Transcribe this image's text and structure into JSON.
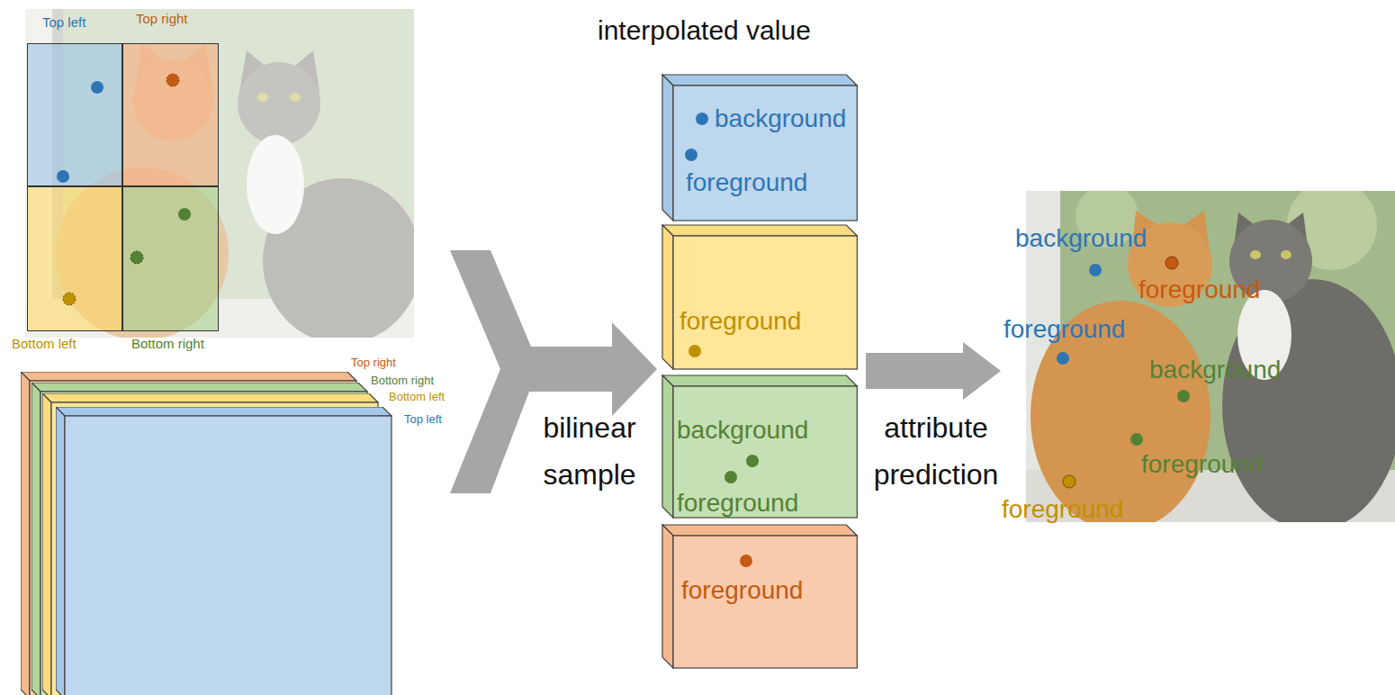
{
  "diagram": {
    "title": "interpolated value",
    "nodes": [
      {
        "text": [
          "Top left"
        ]
      },
      {
        "text": [
          "Top right"
        ]
      },
      {
        "text": [
          "Bottom left"
        ]
      },
      {
        "text": [
          "Bottom right"
        ]
      },
      {
        "text": [
          "Top right"
        ]
      },
      {
        "text": [
          "Bottom right"
        ]
      },
      {
        "text": [
          "Bottom left"
        ]
      },
      {
        "text": [
          "Top left"
        ]
      },
      {
        "text": [
          "background",
          "foreground"
        ]
      },
      {
        "text": [
          "foreground"
        ]
      },
      {
        "text": [
          "background",
          "foreground"
        ]
      },
      {
        "text": [
          "foreground"
        ]
      }
    ],
    "labels": [
      "bilinear sample",
      "attribute prediction",
      "background",
      "foreground",
      "foreground",
      "background",
      "foreground",
      "foreground"
    ]
  }
}
